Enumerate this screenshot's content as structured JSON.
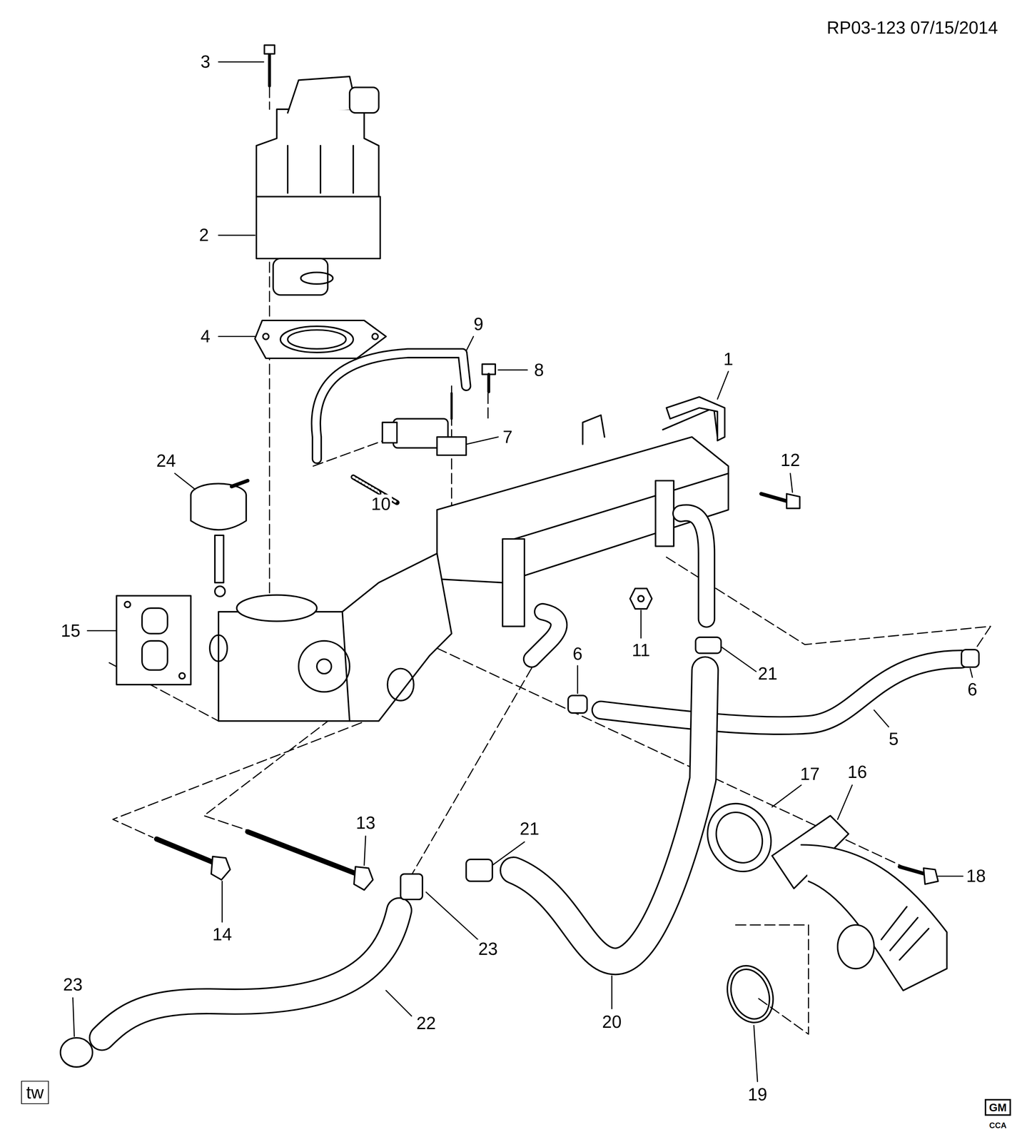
{
  "diagram": {
    "labels": [
      "RP03-123 07/15/2014",
      "3",
      "2",
      "9",
      "4",
      "1",
      "8",
      "7",
      "12",
      "24",
      "10",
      "15",
      "6",
      "11",
      "21",
      "6",
      "5",
      "17",
      "16",
      "13",
      "21",
      "18",
      "14",
      "23",
      "23",
      "22",
      "20",
      "19",
      "tw",
      "GM",
      "CCA"
    ]
  }
}
